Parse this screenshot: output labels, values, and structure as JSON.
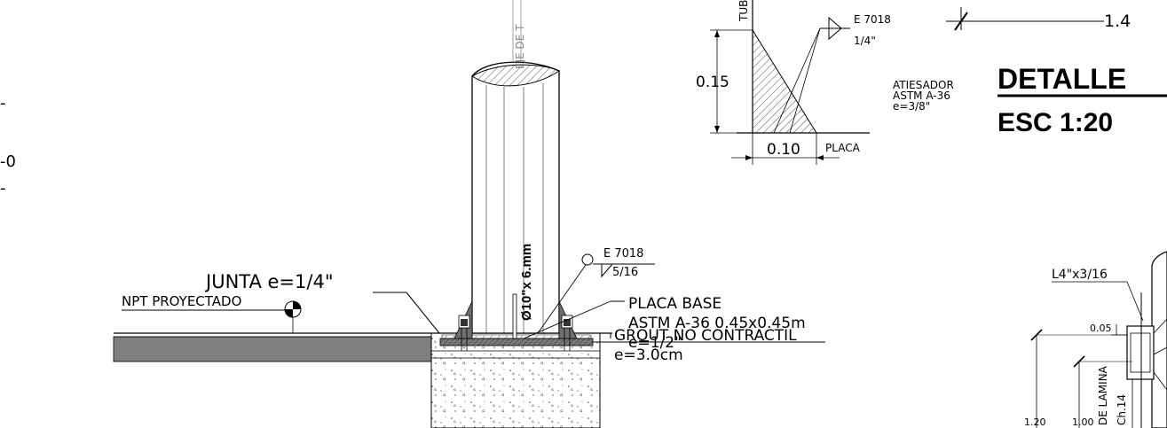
{
  "drawing": {
    "left_edge": {
      "dash_top": "-",
      "label_mid": "-0",
      "dash_bottom": "-"
    },
    "column": {
      "axis_label": "EJE DE T",
      "size_label": "Ø10\"x 6.mm"
    },
    "joint_label": "JUNTA e=1/4\"",
    "floor_label": "NPT PROYECTADO",
    "weld_base": {
      "electrode": "E 7018",
      "size": "5/16"
    },
    "base_plate": {
      "line1": "PLACA BASE",
      "line2": "ASTM A-36   0.45x0.45m",
      "line3": "e=1/2\""
    },
    "grout": {
      "line1": "GROUT NO CONTRACTIL",
      "line2": "e=3.0cm"
    },
    "stiffener_detail": {
      "tube_label": "TUB",
      "weld_electrode": "E 7018",
      "weld_size": "1/4\"",
      "height": "0.15",
      "width": "0.10",
      "plate_label": "PLACA"
    },
    "stiffener_note": {
      "line1": "ATIESADOR",
      "line2": "ASTM A-36",
      "line3": "e=3/8\""
    },
    "top_dimension": "1.4",
    "title": {
      "line1": "DETALLE",
      "line2": "ESC 1:20"
    },
    "right_detail": {
      "angle_label": "L4\"x3/16",
      "dim_small": "0.05",
      "dim_a": "1.20",
      "dim_b": "1.00",
      "sheet_label": "DE LAMINA",
      "gauge_label": "Ch.14"
    }
  }
}
